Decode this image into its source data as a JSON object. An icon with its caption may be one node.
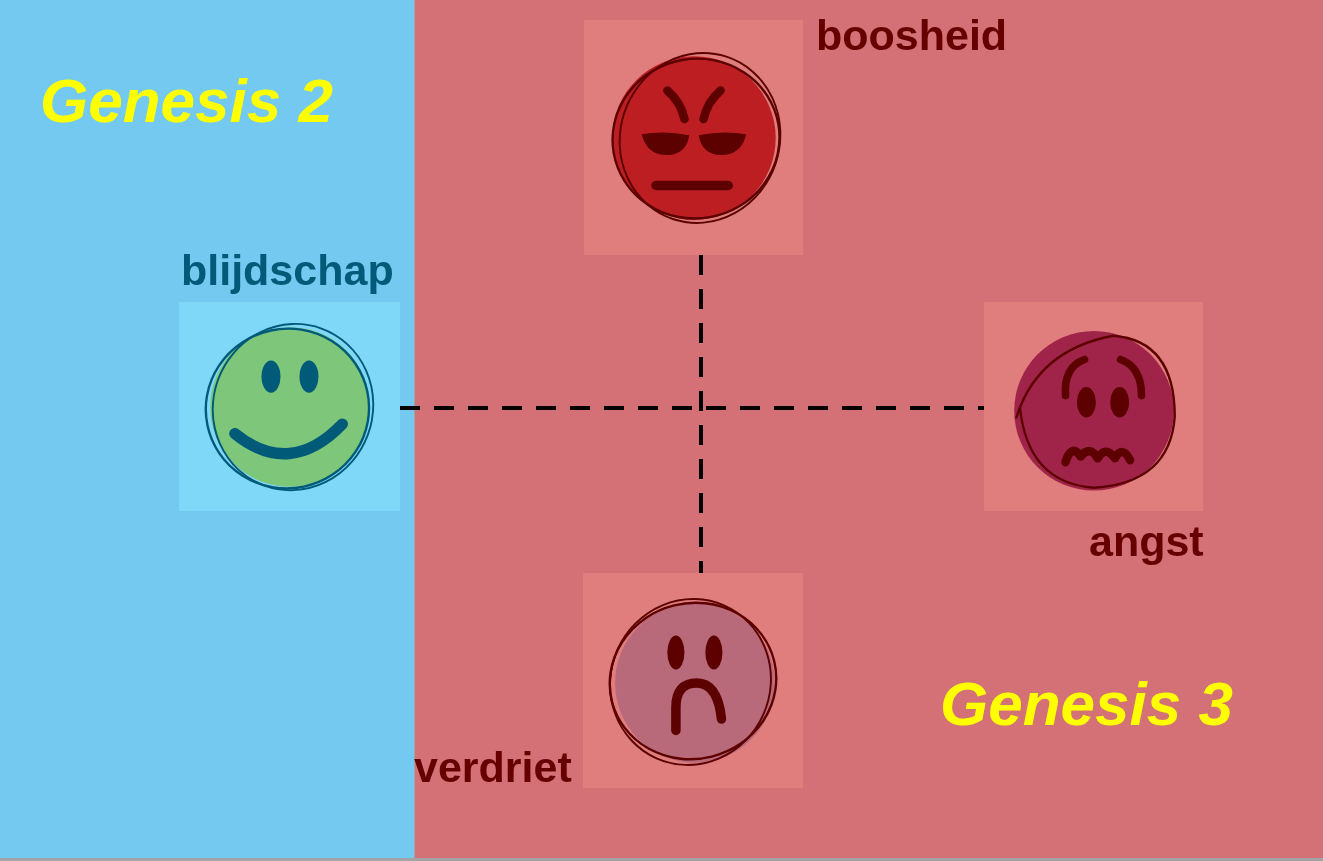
{
  "diagram": {
    "nodes": [
      {
        "text": [
          "Genesis 2"
        ]
      },
      {
        "text": [
          "Genesis 3"
        ]
      },
      {
        "text": [
          "blijdschap"
        ],
        "in": 0
      },
      {
        "text": [
          "boosheid"
        ],
        "in": 1
      },
      {
        "text": [
          "angst"
        ],
        "in": 1
      },
      {
        "text": [
          "verdriet"
        ],
        "in": 1
      }
    ],
    "edges": [
      {
        "from": 2,
        "to": 4,
        "arrow": "none",
        "style": "dashed"
      },
      {
        "from": 3,
        "to": 5,
        "arrow": "none",
        "style": "dashed"
      }
    ]
  }
}
